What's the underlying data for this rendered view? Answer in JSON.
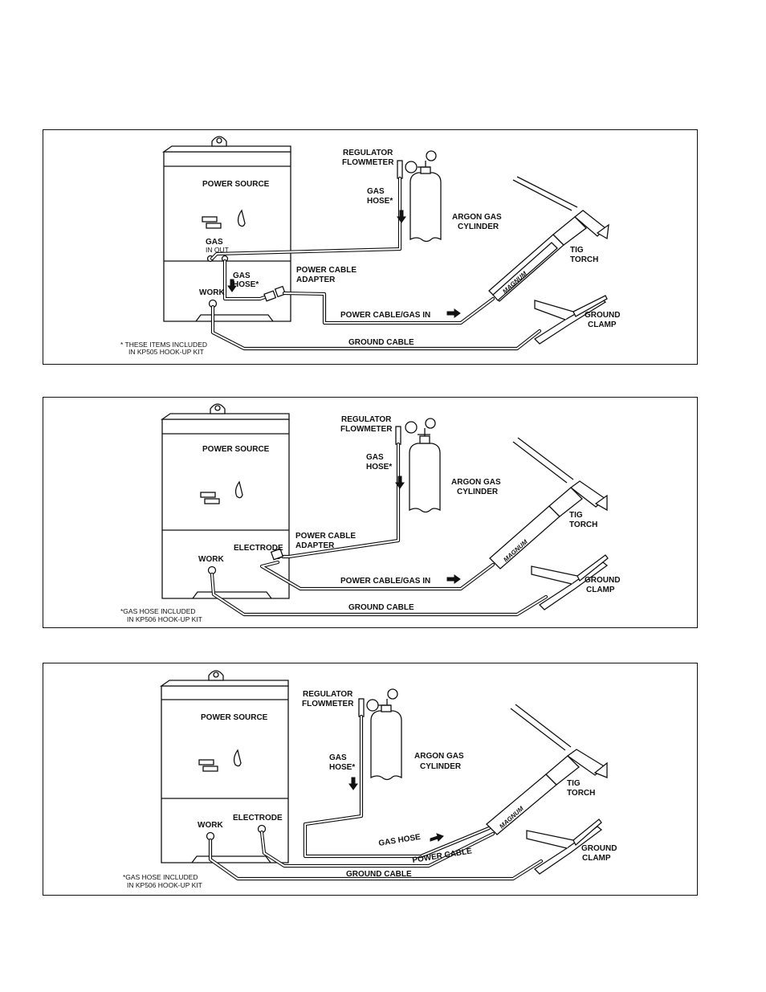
{
  "diagrams": [
    {
      "power_source": "POWER SOURCE",
      "regulator": [
        "REGULATOR",
        "FLOWMETER"
      ],
      "gas_hose_top": [
        "GAS",
        "HOSE*"
      ],
      "argon": [
        "ARGON GAS",
        "CYLINDER"
      ],
      "tig_torch": [
        "TIG",
        "TORCH"
      ],
      "brand": "MAGNUM",
      "gas_in_out": [
        "GAS",
        "IN  OUT"
      ],
      "gas_hose_low": [
        "GAS",
        "HOSE*"
      ],
      "adapter": [
        "POWER CABLE",
        "ADAPTER"
      ],
      "work": "WORK",
      "power_cable_gas_in": "POWER CABLE/GAS IN",
      "ground_clamp": [
        "GROUND",
        "CLAMP"
      ],
      "ground_cable": "GROUND CABLE",
      "note": [
        "* THESE ITEMS INCLUDED",
        "IN KP505 HOOK-UP KIT"
      ]
    },
    {
      "power_source": "POWER SOURCE",
      "regulator": [
        "REGULATOR",
        "FLOWMETER"
      ],
      "gas_hose_top": [
        "GAS",
        "HOSE*"
      ],
      "argon": [
        "ARGON GAS",
        "CYLINDER"
      ],
      "tig_torch": [
        "TIG",
        "TORCH"
      ],
      "brand": "MAGNUM",
      "electrode": "ELECTRODE",
      "adapter": [
        "POWER CABLE",
        "ADAPTER"
      ],
      "work": "WORK",
      "power_cable_gas_in": "POWER CABLE/GAS IN",
      "ground_clamp": [
        "GROUND",
        "CLAMP"
      ],
      "ground_cable": "GROUND CABLE",
      "note": [
        "*GAS HOSE INCLUDED",
        "IN KP506 HOOK-UP KIT"
      ]
    },
    {
      "power_source": "POWER SOURCE",
      "regulator": [
        "REGULATOR",
        "FLOWMETER"
      ],
      "gas_hose_top": [
        "GAS",
        "HOSE*"
      ],
      "argon": [
        "ARGON GAS",
        "CYLINDER"
      ],
      "tig_torch": [
        "TIG",
        "TORCH"
      ],
      "brand": "MAGNUM",
      "work": "WORK",
      "electrode": "ELECTRODE",
      "gas_hose_label": "GAS HOSE",
      "power_cable": "POWER CABLE",
      "ground_clamp": [
        "GROUND",
        "CLAMP"
      ],
      "ground_cable": "GROUND CABLE",
      "note": [
        "*GAS HOSE INCLUDED",
        "IN KP506 HOOK-UP KIT"
      ]
    }
  ]
}
